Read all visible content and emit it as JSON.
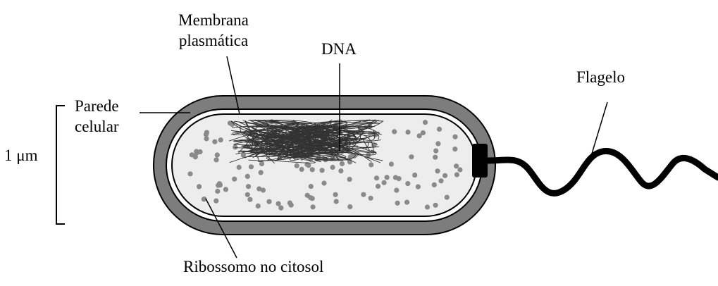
{
  "labels": {
    "membrane_line1": "Membrana",
    "membrane_line2": "plasmática",
    "dna": "DNA",
    "flagellum": "Flagelo",
    "wall_line1": "Parede",
    "wall_line2": "celular",
    "scale": "1 μm",
    "ribosome": "Ribossomo no citosol"
  },
  "colors": {
    "cell_wall": "#7d7d7d",
    "cytoplasm": "#ededed",
    "ribosome": "#8a8a8a",
    "dna_strand": "#333333",
    "outline": "#000000"
  }
}
